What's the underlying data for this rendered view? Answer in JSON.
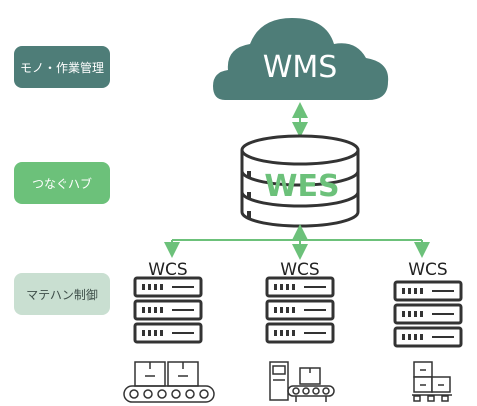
{
  "layers": [
    {
      "label": "モノ・作業管理"
    },
    {
      "label": "つなぐハブ"
    },
    {
      "label": "マテハン制御"
    }
  ],
  "nodes": {
    "wms": "WMS",
    "wes": "WES",
    "wcs": [
      "WCS",
      "WCS",
      "WCS"
    ]
  },
  "colors": {
    "cloud": "#4e7d78",
    "arrow": "#6cc17a",
    "pill_top": "#4e7d78",
    "pill_mid": "#6cc17a",
    "pill_bottom": "#c9dfd1",
    "outline": "#333333"
  },
  "icons": [
    "cloud-icon",
    "database-icon",
    "server-rack-icon",
    "conveyor-icon",
    "sorting-machine-icon",
    "stacked-boxes-icon"
  ]
}
